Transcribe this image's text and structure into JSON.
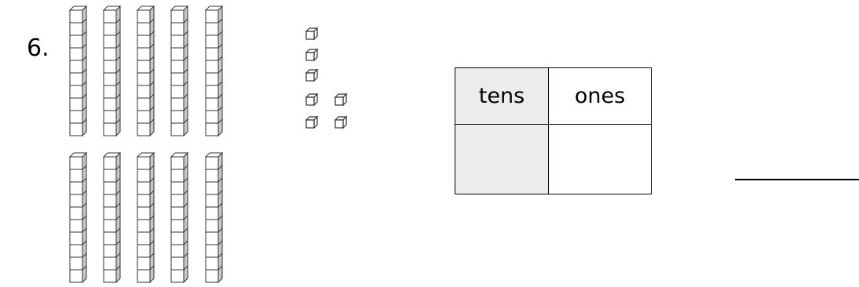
{
  "problem": {
    "number_label": "6.",
    "tens_rods": 10,
    "ones_cubes": 7
  },
  "place_value_table": {
    "headers": [
      "tens",
      "ones"
    ],
    "answers": [
      "",
      ""
    ]
  },
  "answer_line": ""
}
